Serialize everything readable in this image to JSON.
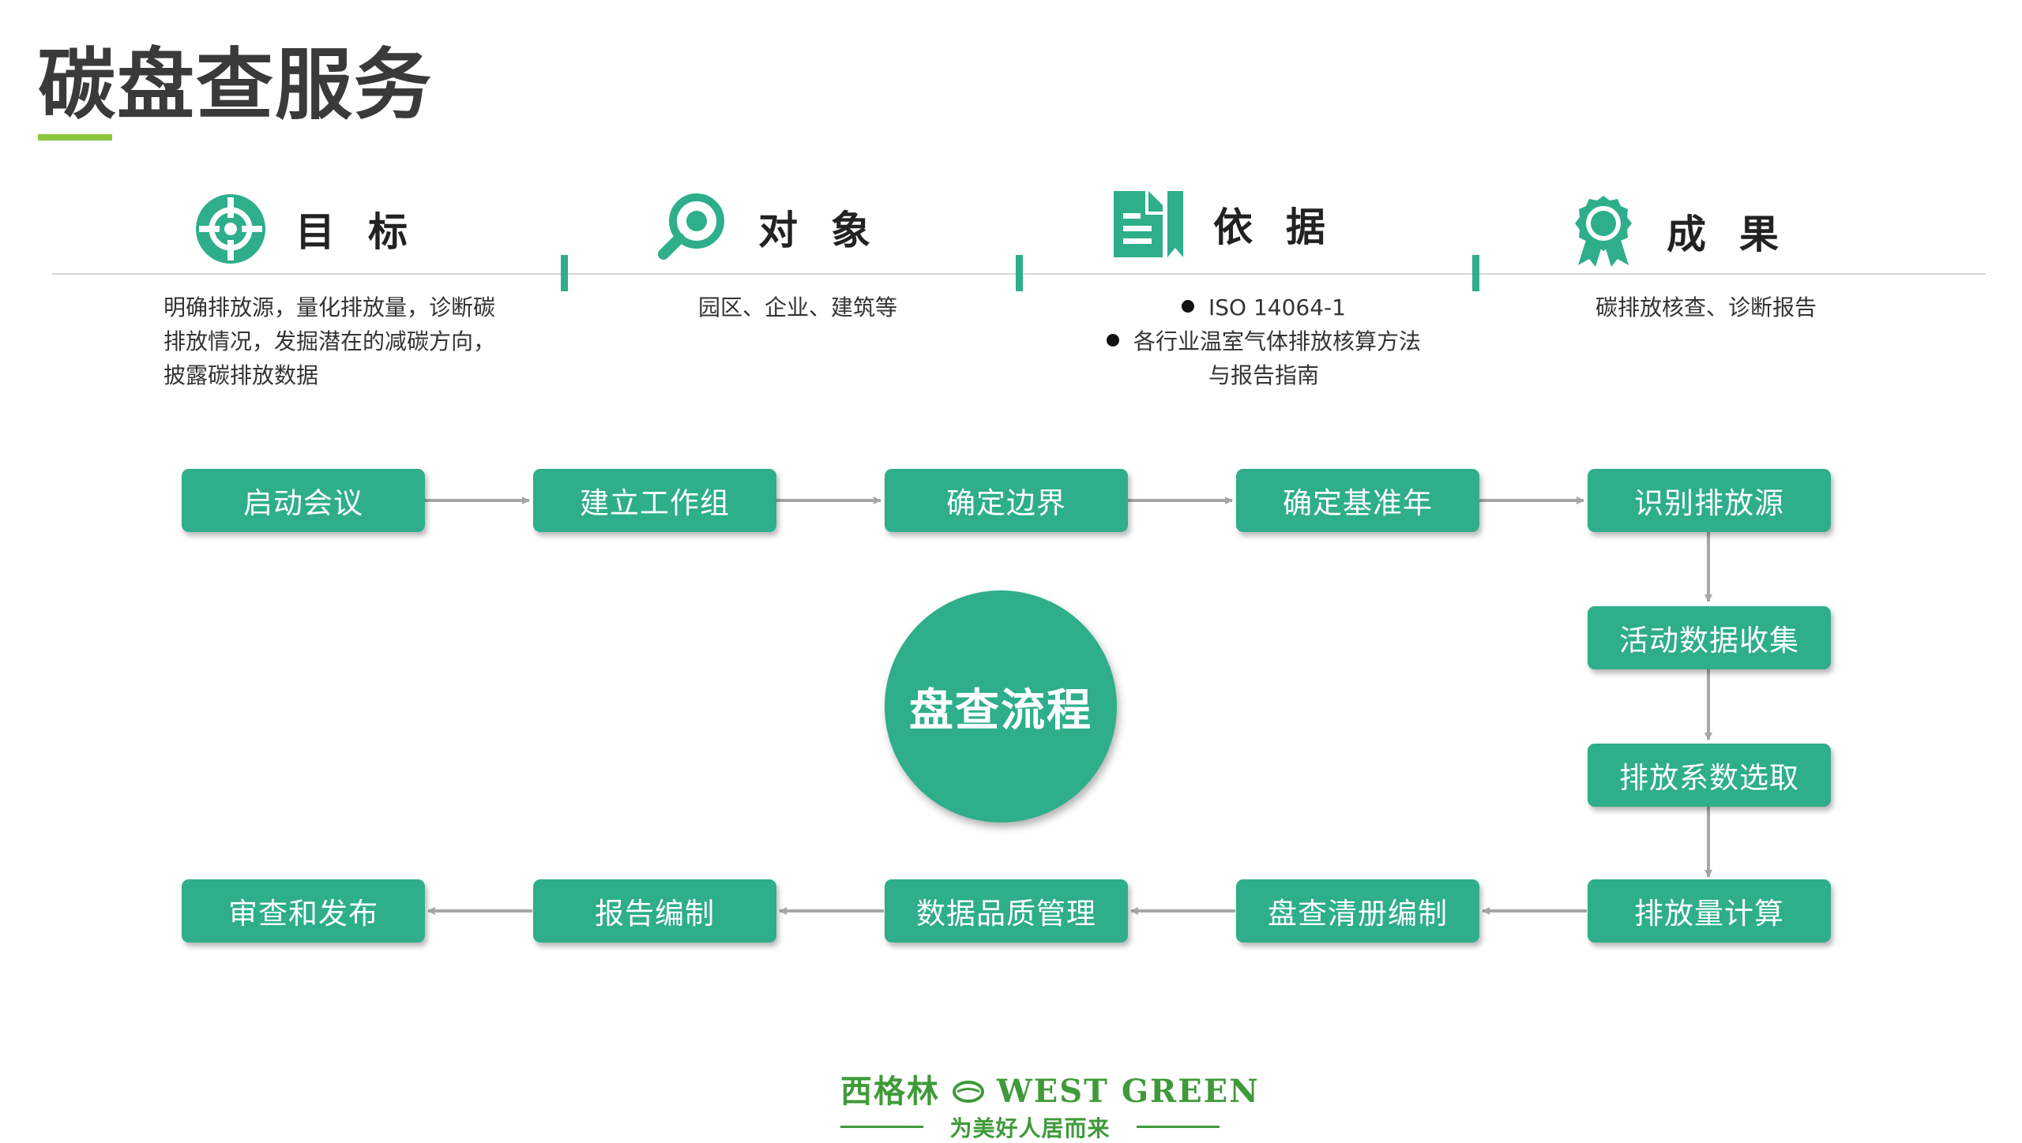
{
  "page": {
    "title": "碳盘查服务"
  },
  "columns": [
    {
      "icon": "target-icon",
      "label": "目标",
      "description": [
        "明确排放源，量化排放量，诊断碳",
        "排放情况，发掘潜在的减碳方向，",
        "披露碳排放数据"
      ]
    },
    {
      "icon": "magnifier-icon",
      "label": "对象",
      "description": [
        "园区、企业、建筑等"
      ]
    },
    {
      "icon": "document-icon",
      "label": "依据",
      "bullets": [
        "ISO 14064-1",
        "各行业温室气体排放核算方法"
      ],
      "bullet_continuation": "与报告指南"
    },
    {
      "icon": "award-badge-icon",
      "label": "成果",
      "description": [
        "碳排放核查、诊断报告"
      ]
    }
  ],
  "process": {
    "center_label": "盘查流程",
    "top_row": [
      "启动会议",
      "建立工作组",
      "确定边界",
      "确定基准年",
      "识别排放源"
    ],
    "right_column": [
      "活动数据收集",
      "排放系数选取"
    ],
    "bottom_row": [
      "排放量计算",
      "盘查清册编制",
      "数据品质管理",
      "报告编制",
      "审查和发布"
    ]
  },
  "footer": {
    "brand": "西格林",
    "brand_en": "WEST GREEN",
    "slogan": "为美好人居而来"
  },
  "colors": {
    "accent": "#2eae8b",
    "title_bar": "#8cc63f",
    "logo": "#3f9a3a",
    "arrow": "#a6a6a6"
  }
}
